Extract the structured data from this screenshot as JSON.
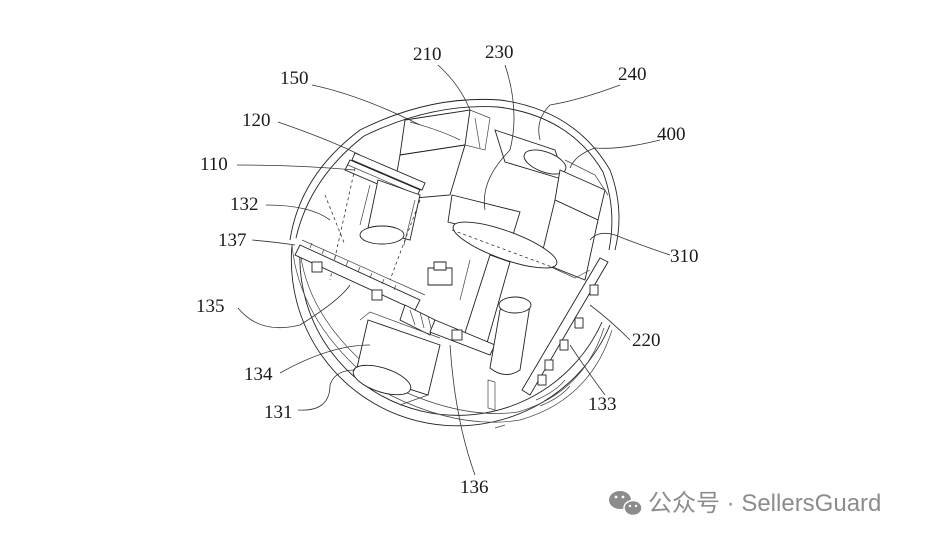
{
  "figure": {
    "reference_numerals": [
      "210",
      "230",
      "150",
      "240",
      "120",
      "400",
      "110",
      "132",
      "137",
      "310",
      "135",
      "220",
      "134",
      "133",
      "131",
      "136"
    ]
  },
  "watermark": {
    "text": "公众号 · SellersGuard",
    "icon": "wechat-icon",
    "color": "#8c8c8c"
  }
}
